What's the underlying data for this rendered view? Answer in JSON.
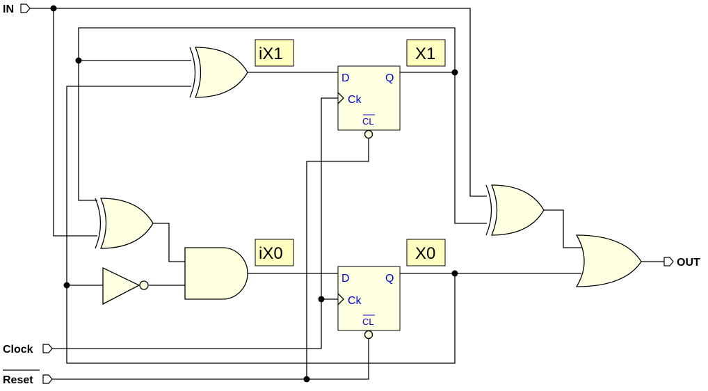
{
  "ports": {
    "in": "IN",
    "clock": "Clock",
    "reset": "Reset",
    "out": "OUT"
  },
  "nets": {
    "ix1": "iX1",
    "x1": "X1",
    "ix0": "iX0",
    "x0": "X0"
  },
  "flipflop_top": {
    "d": "D",
    "q": "Q",
    "ck": "Ck",
    "cl": "CL"
  },
  "flipflop_bottom": {
    "d": "D",
    "q": "Q",
    "ck": "Ck",
    "cl": "CL"
  }
}
